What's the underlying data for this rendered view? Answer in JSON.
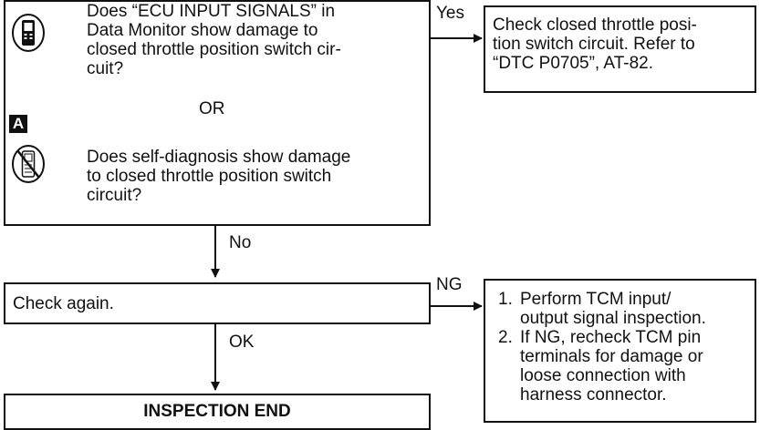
{
  "question_box": {
    "question1": "Does “ECU INPUT SIGNALS” in\nData Monitor show damage to\nclosed throttle position switch cir-\ncuit?",
    "or_label": "OR",
    "badge": "A",
    "question2": "Does self-diagnosis show damage\nto closed throttle position switch\ncircuit?"
  },
  "yes_branch": {
    "label": "Yes",
    "result": "Check closed throttle posi-\ntion switch circuit. Refer to\n“DTC P0705”, AT-82."
  },
  "no_branch": {
    "label": "No"
  },
  "check_box": {
    "text": "Check again."
  },
  "ng_branch": {
    "label": "NG",
    "steps": [
      {
        "num": "1.",
        "text": "Perform TCM input/\noutput signal inspection."
      },
      {
        "num": "2.",
        "text": "If NG, recheck TCM pin\nterminals for damage or\nloose connection with\nharness connector."
      }
    ]
  },
  "ok_branch": {
    "label": "OK"
  },
  "end_box": {
    "text": "INSPECTION END"
  },
  "icons": [
    "consult-tester-icon",
    "no-tester-icon"
  ]
}
